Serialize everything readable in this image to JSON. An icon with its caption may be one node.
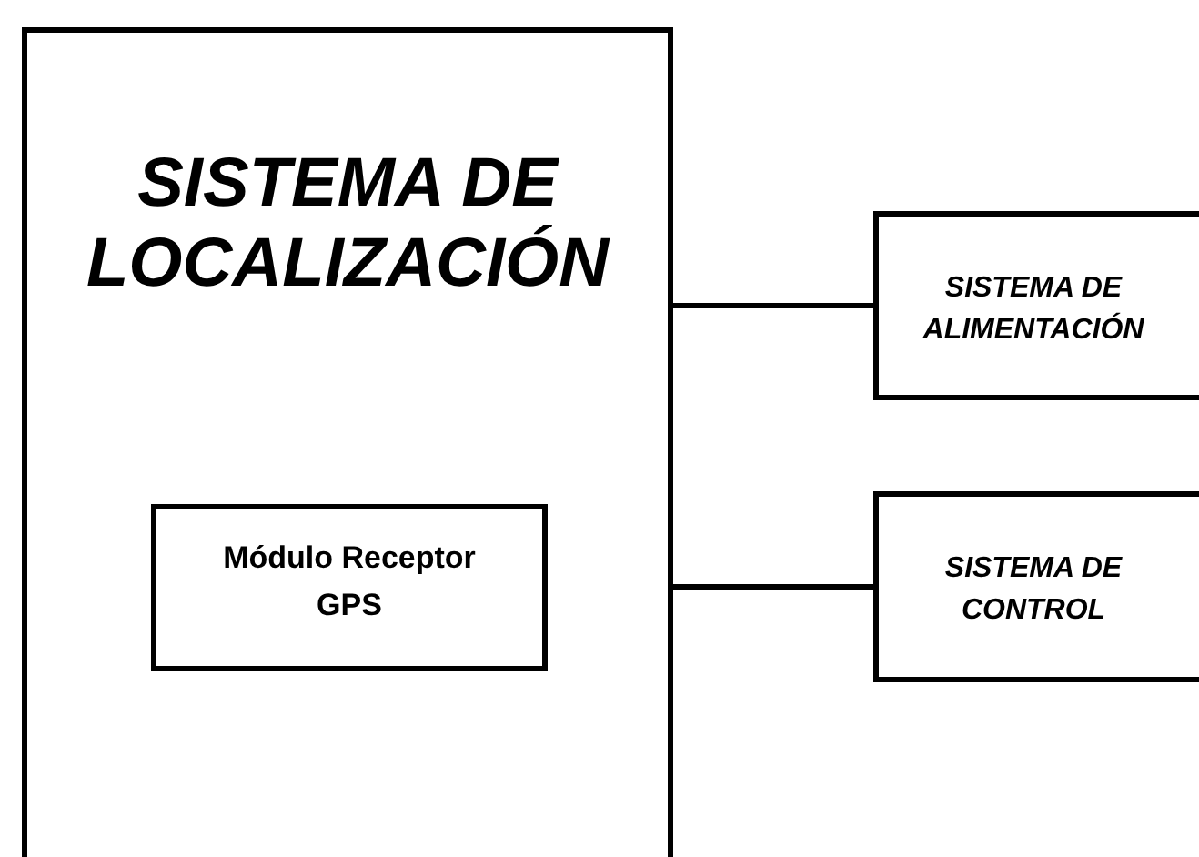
{
  "diagram": {
    "nodes": [
      {
        "text": [
          "SISTEMA DE LOCALIZACIÓN"
        ]
      },
      {
        "text": [
          "Módulo Receptor GPS"
        ],
        "in": 0
      },
      {
        "text": [
          "SISTEMA DE ALIMENTACIÓN"
        ]
      },
      {
        "text": [
          "SISTEMA DE CONTROL"
        ]
      }
    ],
    "edges": [
      {
        "from": 0,
        "to": 2,
        "arrow": "none"
      },
      {
        "from": 0,
        "to": 3,
        "arrow": "none"
      }
    ]
  }
}
